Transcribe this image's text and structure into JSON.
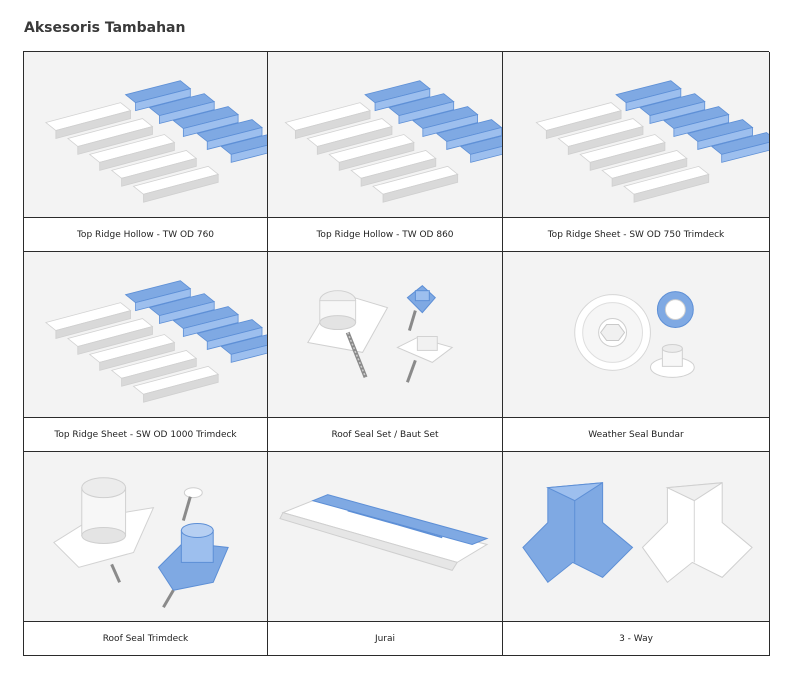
{
  "section": {
    "title": "Aksesoris Tambahan"
  },
  "colors": {
    "blue": "#7fa9e3",
    "blue_dark": "#5d8fd6",
    "white_part": "#ffffff",
    "shade": "#d9d9d9",
    "tile_bg": "#f3f3f3"
  },
  "products": [
    {
      "label": "Top Ridge Hollow - TW OD 760",
      "icon": "ridge-sheet-icon"
    },
    {
      "label": "Top Ridge Hollow - TW OD 860",
      "icon": "ridge-sheet-icon"
    },
    {
      "label": "Top Ridge Sheet - SW OD 750 Trimdeck",
      "icon": "ridge-sheet-icon"
    },
    {
      "label": "Top Ridge Sheet - SW OD 1000 Trimdeck",
      "icon": "ridge-sheet-icon"
    },
    {
      "label": "Roof Seal Set / Baut Set",
      "icon": "roof-seal-set-icon"
    },
    {
      "label": "Weather Seal Bundar",
      "icon": "weather-seal-icon"
    },
    {
      "label": "Roof Seal Trimdeck",
      "icon": "roof-seal-trimdeck-icon"
    },
    {
      "label": "Jurai",
      "icon": "jurai-icon"
    },
    {
      "label": "3 - Way",
      "icon": "three-way-icon"
    }
  ]
}
